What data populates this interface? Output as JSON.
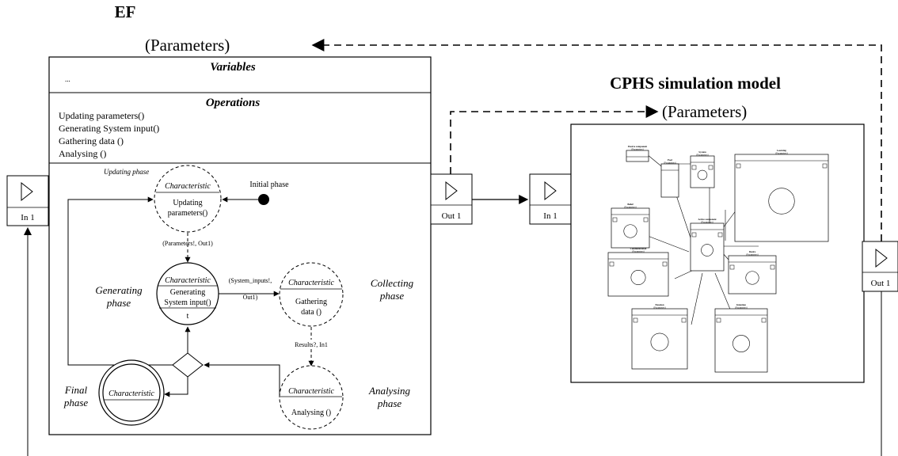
{
  "ef": {
    "title": "EF",
    "parameters": "(Parameters)",
    "variables_title": "Variables",
    "variables_value": "...",
    "operations_title": "Operations",
    "operations": [
      "Updating parameters()",
      "Generating System input()",
      "Gathering data ()",
      "Analysing ()"
    ]
  },
  "cphs": {
    "title": "CPHS simulation model",
    "parameters": "(Parameters)",
    "components": [
      {
        "name": "Passive component",
        "params": "(Parameters)"
      },
      {
        "name": "Pool",
        "params": "(Parameters)"
      },
      {
        "name": "System",
        "params": "(Parameters)"
      },
      {
        "name": "Learning",
        "params": "(Parameters)"
      },
      {
        "name": "Belief",
        "params": "(Parameters)"
      },
      {
        "name": "Active component",
        "params": "(Parameters)"
      },
      {
        "name": "Communication",
        "params": "(Parameters)"
      },
      {
        "name": "Desire",
        "params": "(Parameters)"
      },
      {
        "name": "Emotion",
        "params": "(Parameters)"
      },
      {
        "name": "Intention",
        "params": "(Parameters)"
      }
    ]
  },
  "ports": {
    "ef_in": "In 1",
    "ef_out": "Out 1",
    "cphs_in": "In 1",
    "cphs_out": "Out 1"
  },
  "states": {
    "updating": {
      "phase": "Updating phase",
      "characteristic": "Characteristic",
      "line1": "Updating",
      "line2": "parameters()"
    },
    "initial": {
      "label": "Initial phase"
    },
    "generating": {
      "phase_l1": "Generating",
      "phase_l2": "phase",
      "characteristic": "Characteristic",
      "line1": "Generating",
      "line2": "System input()",
      "time": "t"
    },
    "collecting": {
      "phase_l1": "Collecting",
      "phase_l2": "phase",
      "characteristic": "Characteristic",
      "line1": "Gathering",
      "line2": "data ()"
    },
    "analysing": {
      "phase_l1": "Analysing",
      "phase_l2": "phase",
      "characteristic": "Characteristic",
      "line1": "Analysing ()"
    },
    "final": {
      "phase_l1": "Final",
      "phase_l2": "phase",
      "characteristic": "Characteristic"
    }
  },
  "transitions": {
    "t1": "(Parameters!, Out1)",
    "t2_l1": "(System_inputs!,",
    "t2_l2": "Out1)",
    "t3": "Results?, In1"
  }
}
